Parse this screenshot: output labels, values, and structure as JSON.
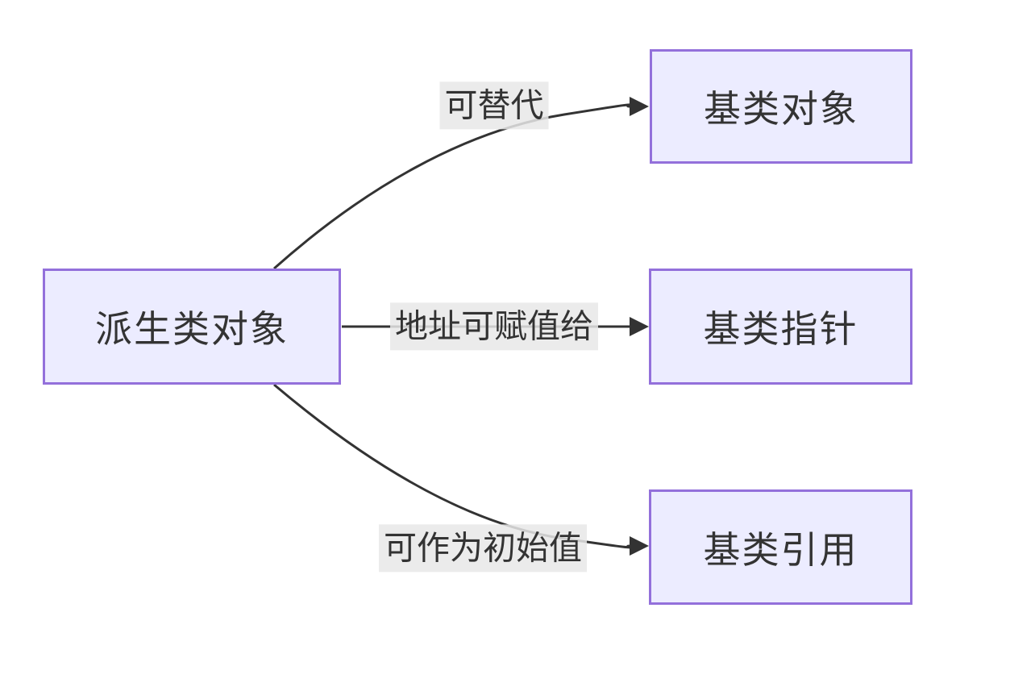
{
  "colors": {
    "node_fill": "#ECECFF",
    "node_border": "#9370DB",
    "edge_line": "#333333",
    "edge_label_bg": "#e8e8e8",
    "text": "#333333",
    "background": "#ffffff"
  },
  "nodes": [
    {
      "id": "derived-class-object",
      "label": "派生类对象"
    },
    {
      "id": "base-class-object",
      "label": "基类对象"
    },
    {
      "id": "base-class-pointer",
      "label": "基类指针"
    },
    {
      "id": "base-class-reference",
      "label": "基类引用"
    }
  ],
  "edges": [
    {
      "from": "derived-class-object",
      "to": "base-class-object",
      "label": "可替代"
    },
    {
      "from": "derived-class-object",
      "to": "base-class-pointer",
      "label": "地址可赋值给"
    },
    {
      "from": "derived-class-object",
      "to": "base-class-reference",
      "label": "可作为初始值"
    }
  ]
}
